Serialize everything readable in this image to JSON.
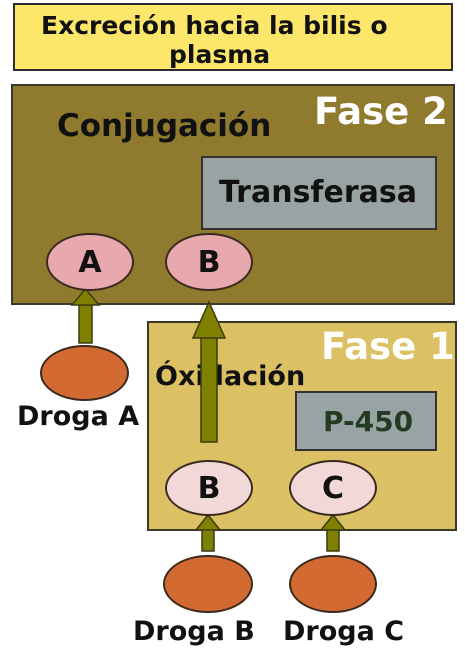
{
  "excretion": {
    "text": "Excreción hacia la bilis o plasma",
    "line1": "Excreción hacia la bilis o",
    "line2": "plasma"
  },
  "phase2": {
    "title": "Fase 2",
    "process": "Conjugación",
    "enzyme": "Transferasa"
  },
  "phase1": {
    "title": "Fase 1",
    "process": "Óxidación",
    "enzyme": "P-450"
  },
  "metabolites": {
    "a_top": "A",
    "b_top": "B",
    "b_bottom": "B",
    "c_bottom": "C"
  },
  "drugs": {
    "a": "Droga A",
    "b": "Droga B",
    "c": "Droga C"
  },
  "colors": {
    "excretion_fill": "#fce76a",
    "phase2_fill": "#8f7a2d",
    "phase1_fill": "#dcc064",
    "enzyme_fill": "#9aa3a3",
    "metabolite_pink": "#e7a9ad",
    "metabolite_light": "#f3d8d8",
    "drug_fill": "#d26a32",
    "arrow": "#808000"
  }
}
